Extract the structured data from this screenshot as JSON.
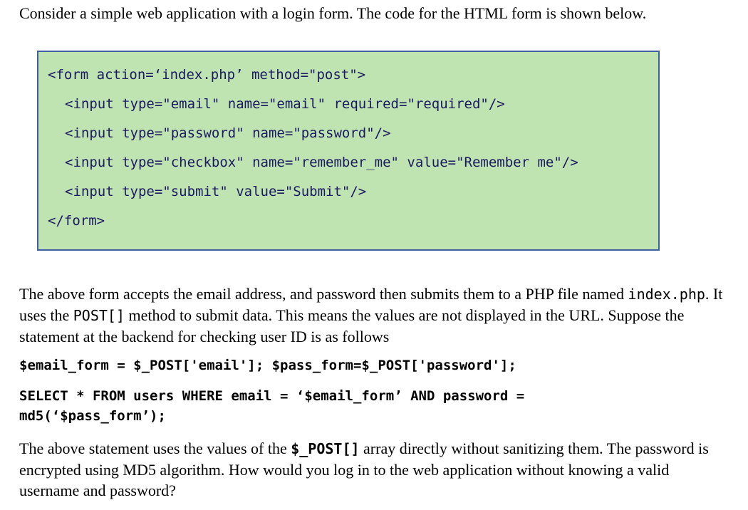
{
  "intro": "Consider a simple web application with a login form. The code for the HTML form is shown below.",
  "code_lines": [
    "<form action=‘index.php’ method=\"post\">",
    "<input type=\"email\" name=\"email\" required=\"required\"/>",
    "<input type=\"password\" name=\"password\"/>",
    "<input type=\"checkbox\" name=\"remember_me\" value=\"Remember me\"/>",
    "<input type=\"submit\" value=\"Submit\"/>",
    "</form>"
  ],
  "para1": {
    "part1": "The above form accepts the email address, and password then submits them to a PHP file named ",
    "code1": "index.php",
    "part2": ". It uses the ",
    "code2": "POST[]",
    "part3": " method to submit data. This means the values are not displayed in the URL. Suppose the statement at the backend for checking user ID is as follows"
  },
  "statement_line1": "$email_form = $_POST['email']; $pass_form=$_POST['password'];",
  "statement_line2": "SELECT * FROM users WHERE email = ‘$email_form’ AND password =",
  "statement_line3": "md5(‘$pass_form’);",
  "para2": {
    "part1": "The above statement uses the values of the ",
    "code": "$_POST[]",
    "part2": " array directly without sanitizing them. The password is encrypted using MD5 algorithm. How would you log in to the web application without knowing a valid username and password?"
  },
  "colors": {
    "code_box_bg": "#c0e3b2",
    "code_box_border": "#3f5f9e",
    "code_text": "#1a1a60"
  }
}
